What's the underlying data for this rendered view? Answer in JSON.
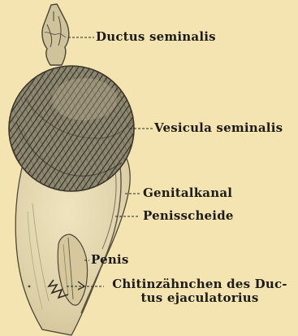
{
  "labels": {
    "ductus_seminalis": "Ductus seminalis",
    "vesicula_seminalis": "Vesicula seminalis",
    "genitalkanal": "Genitalkanal",
    "penisscheide": "Penisscheide",
    "penis": "Penis",
    "chitinzaehnchen_line1": "Chitinzähnchen des Duc-",
    "chitinzaehnchen_line2": "tus ejaculatorius"
  },
  "colors": {
    "background": "#f3e4b1",
    "ink": "#1d1b16",
    "vesicle_fill": "#6f6a58",
    "body_fill": "#e3d7b0"
  }
}
